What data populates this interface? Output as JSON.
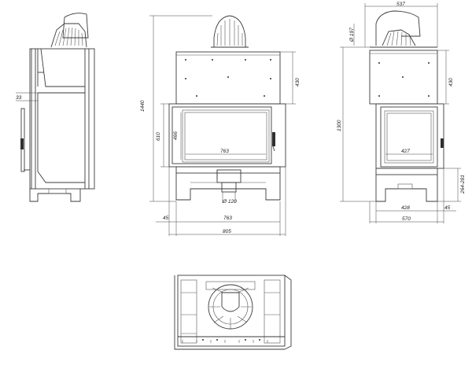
{
  "dimensions": {
    "side_33": "33",
    "front_height_total": "1440",
    "front_upper_430": "430",
    "front_door_height": "610",
    "front_glass_height": "466",
    "front_glass_width": "763",
    "front_pipe": "Ø 120",
    "front_offset_45": "45",
    "front_base_width": "763",
    "front_total_width": "805",
    "right_top_width": "537",
    "right_pipe": "Ø 197",
    "right_upper_430": "430",
    "right_height_total": "1300",
    "right_glass_width": "427",
    "right_leg_height": "264-281",
    "right_base_428": "428",
    "right_offset_45": "45",
    "right_total_width": "570"
  }
}
